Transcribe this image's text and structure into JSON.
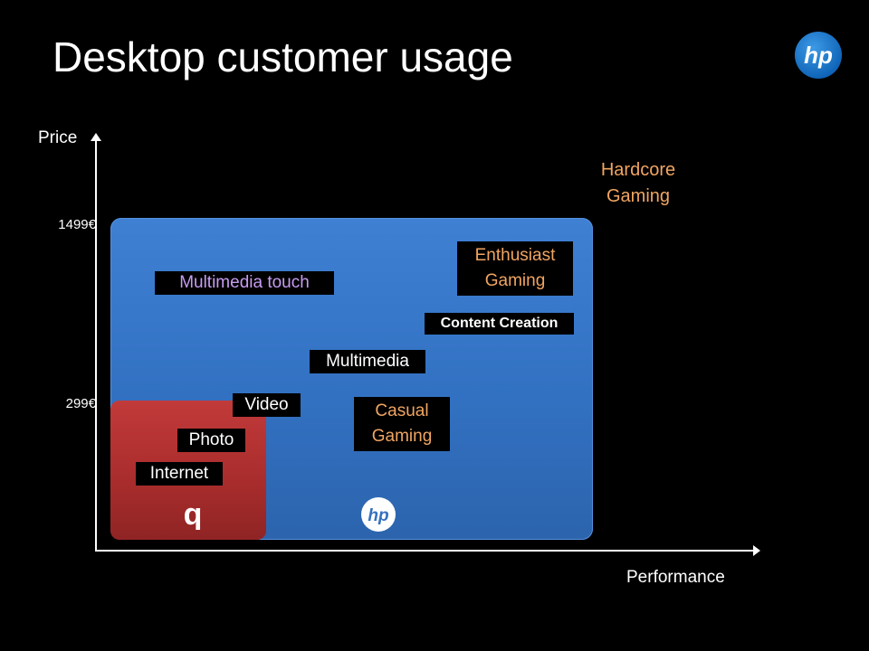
{
  "title": "Desktop customer usage",
  "axes": {
    "y_label": "Price",
    "x_label": "Performance",
    "y_ticks": [
      "1499€",
      "299€"
    ]
  },
  "segments": {
    "hardcore_gaming": "Hardcore\nGaming",
    "enthusiast_gaming": "Enthusiast\nGaming",
    "multimedia_touch": "Multimedia touch",
    "content_creation": "Content Creation",
    "multimedia": "Multimedia",
    "video": "Video",
    "casual_gaming": "Casual\nGaming",
    "photo": "Photo",
    "internet": "Internet"
  },
  "brands": {
    "hp_logo_text": "hp",
    "compaq_logo_text": "q"
  },
  "colors": {
    "hp_region": "#3a78c9",
    "compaq_region": "#b23030",
    "orange_text": "#f1a561",
    "purple_text": "#c79cf2",
    "white_text": "#ffffff"
  }
}
